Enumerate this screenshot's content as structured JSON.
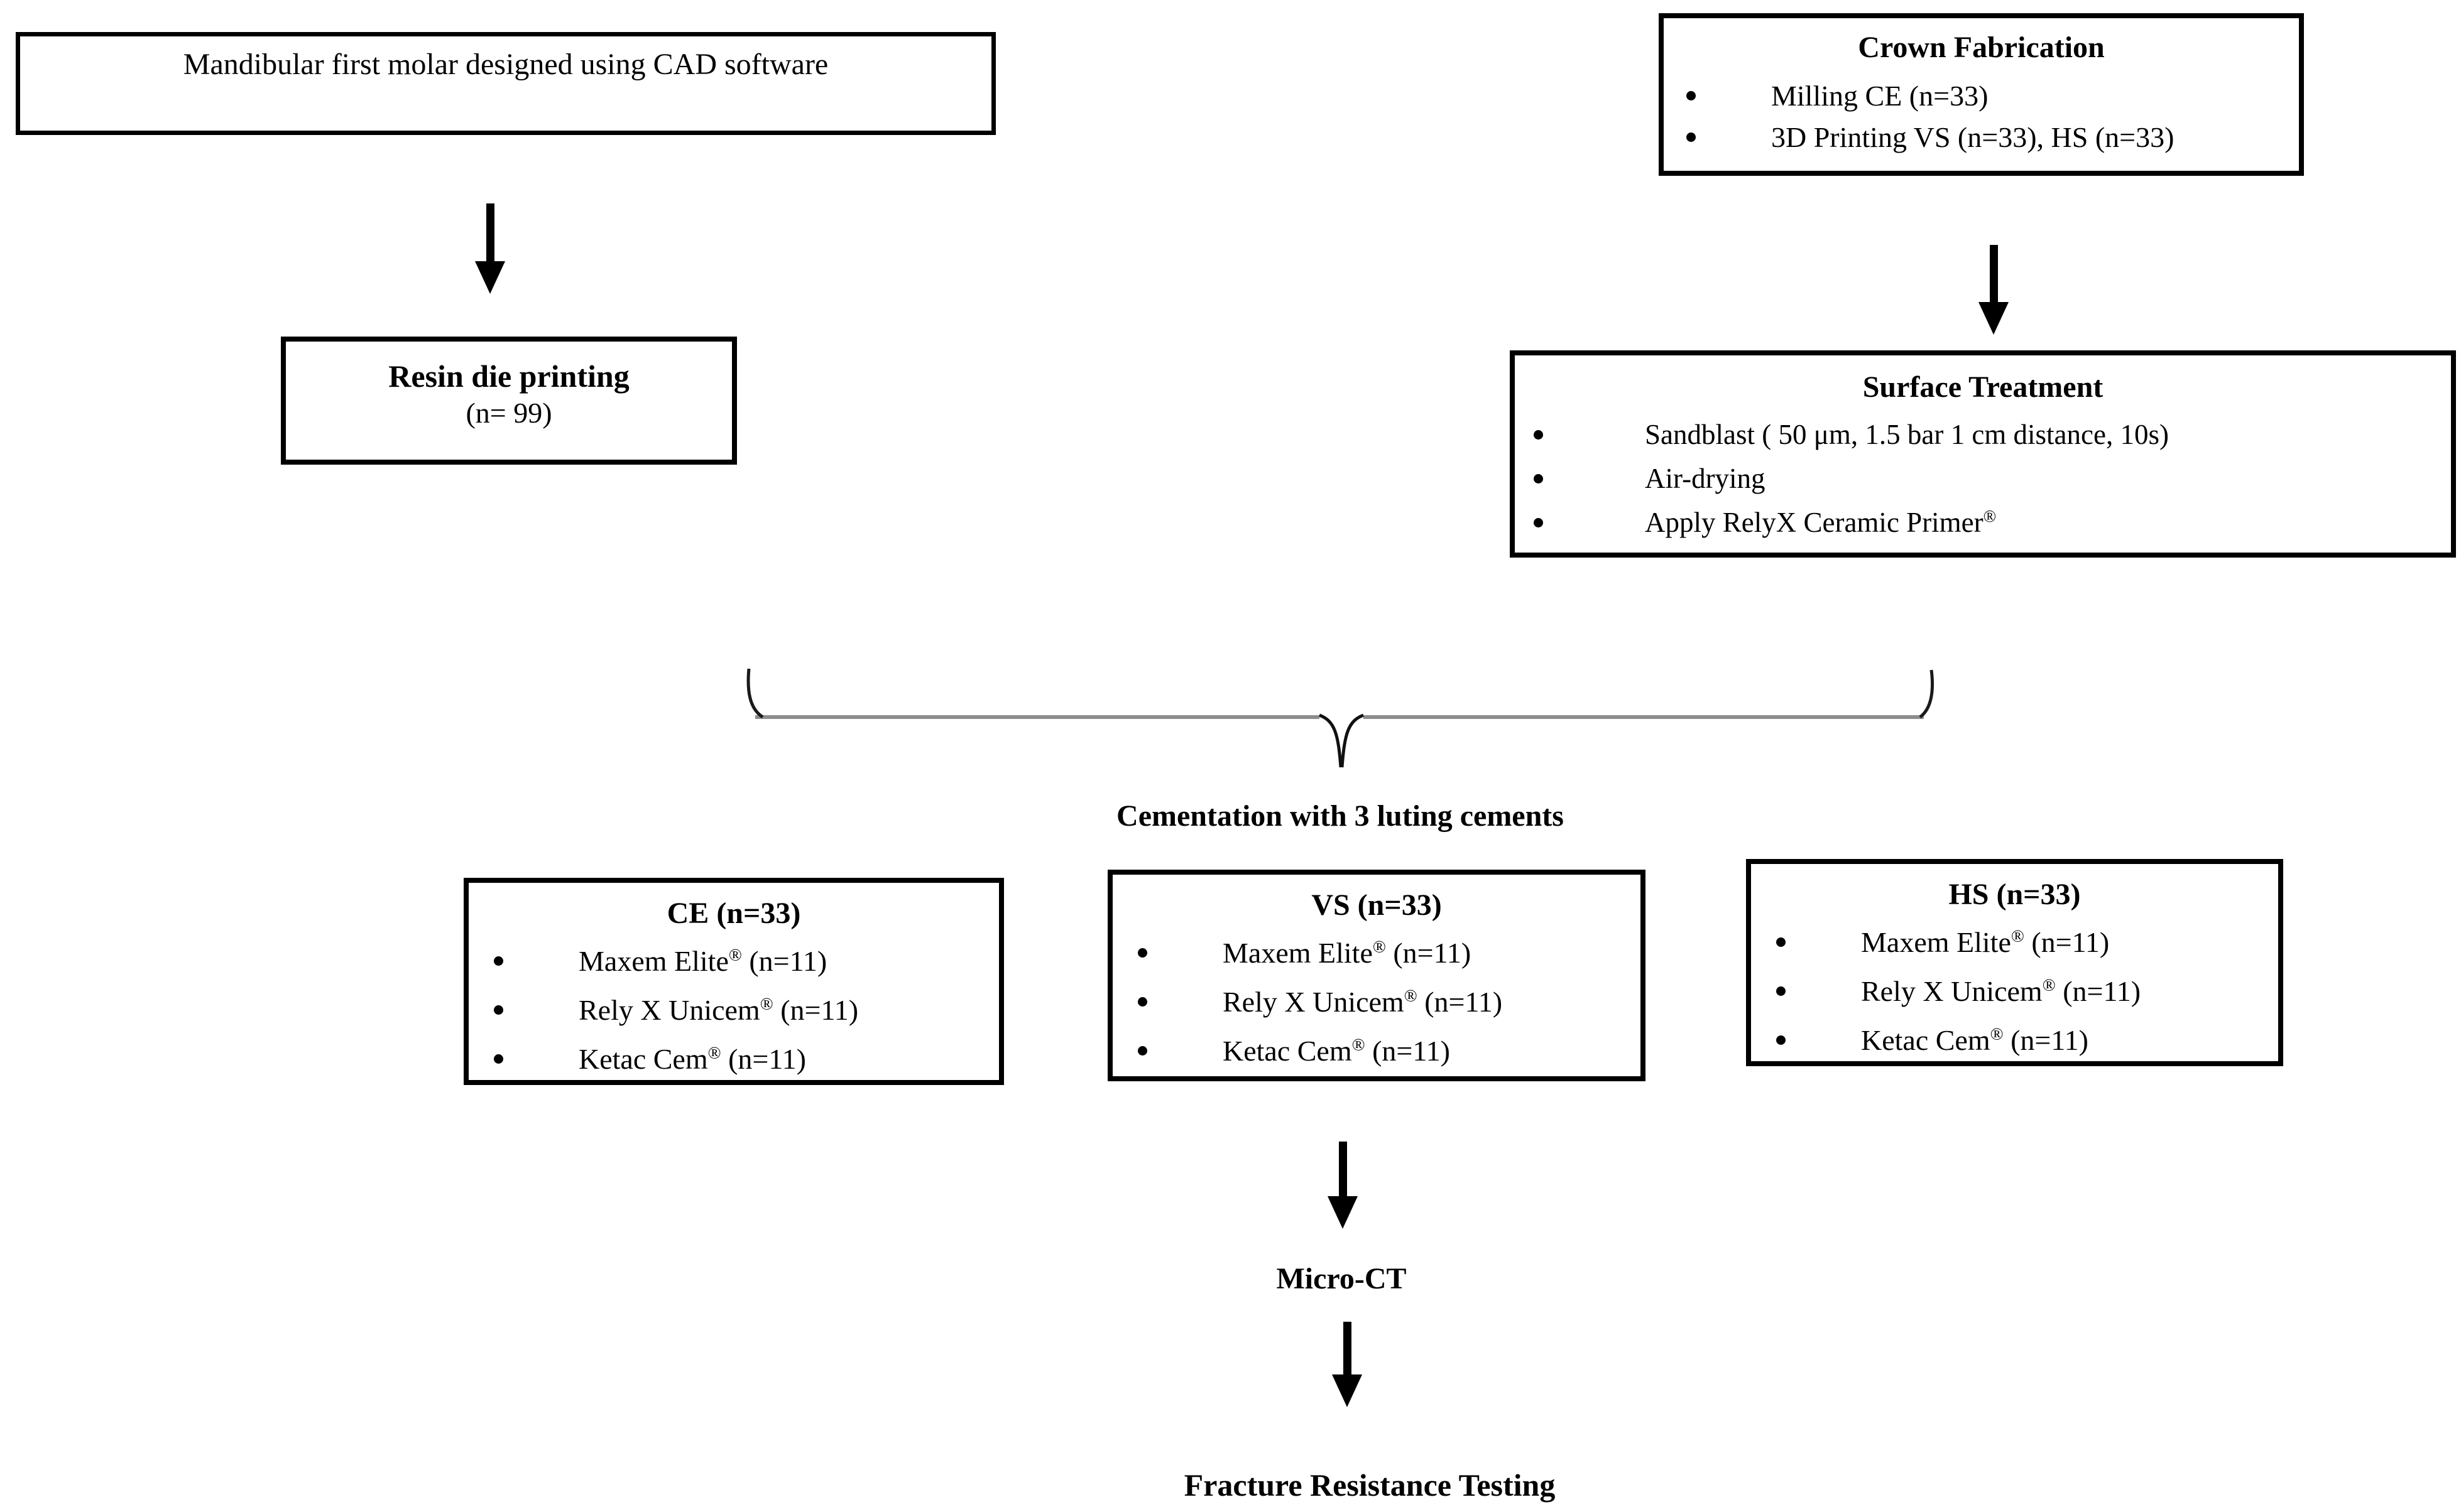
{
  "page": {
    "background": "#ffffff",
    "text_color": "#000000",
    "line_color": "#000000",
    "brace_color": "#8c8c8c"
  },
  "cad_box": {
    "text": "Mandibular first molar designed using CAD software"
  },
  "resin_box": {
    "title": "Resin die printing",
    "subtitle": "(n= 99)"
  },
  "crown_box": {
    "title": "Crown Fabrication",
    "bullets": [
      {
        "text": "Milling CE (n=33)",
        "sup": "",
        "rest": ""
      },
      {
        "text": "3D Printing VS (n=33), HS (n=33)",
        "sup": "",
        "rest": ""
      }
    ]
  },
  "surface_box": {
    "title": "Surface Treatment",
    "bullets": [
      {
        "text": "Sandblast ( 50 μm, 1.5 bar 1 cm distance, 10s)",
        "sup": "",
        "rest": ""
      },
      {
        "text": "Air-drying",
        "sup": "",
        "rest": ""
      },
      {
        "text": "Apply RelyX Ceramic Primer",
        "sup": "®",
        "rest": ""
      }
    ]
  },
  "cementation_label": "Cementation with 3 luting cements",
  "ce_box": {
    "title": "CE (n=33)",
    "bullets": [
      {
        "text": "Maxem Elite",
        "sup": "®",
        "rest": " (n=11)"
      },
      {
        "text": "Rely X Unicem",
        "sup": "®",
        "rest": " (n=11)"
      },
      {
        "text": "Ketac Cem",
        "sup": "®",
        "rest": " (n=11)"
      }
    ]
  },
  "vs_box": {
    "title": "VS (n=33)",
    "bullets": [
      {
        "text": "Maxem Elite",
        "sup": "®",
        "rest": " (n=11)"
      },
      {
        "text": "Rely X Unicem",
        "sup": "®",
        "rest": " (n=11)"
      },
      {
        "text": "Ketac Cem",
        "sup": "®",
        "rest": " (n=11)"
      }
    ]
  },
  "hs_box": {
    "title": "HS (n=33)",
    "bullets": [
      {
        "text": "Maxem Elite",
        "sup": "®",
        "rest": " (n=11)"
      },
      {
        "text": "Rely X Unicem",
        "sup": "®",
        "rest": " (n=11)"
      },
      {
        "text": "Ketac Cem",
        "sup": "®",
        "rest": " (n=11)"
      }
    ]
  },
  "microct_label": "Micro-CT",
  "fracture_label": "Fracture Resistance Testing"
}
